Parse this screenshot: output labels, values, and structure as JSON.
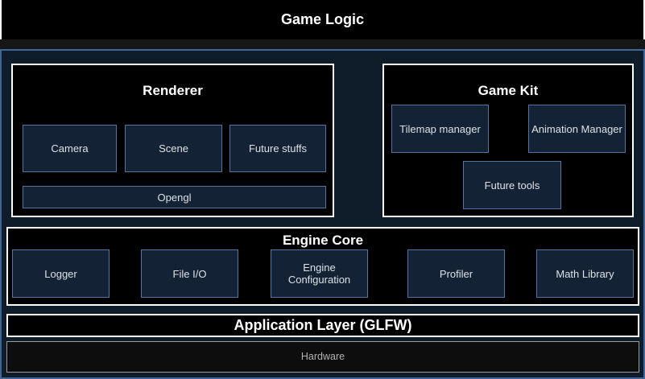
{
  "diagram": {
    "game_logic": {
      "label": "Game Logic"
    },
    "renderer": {
      "title": "Renderer",
      "modules": [
        "Camera",
        "Scene",
        "Future stuffs"
      ],
      "wide_module": "Opengl"
    },
    "game_kit": {
      "title": "Game Kit",
      "modules": [
        "Tilemap manager",
        "Animation Manager",
        "Future tools"
      ]
    },
    "engine_core": {
      "title": "Engine Core",
      "modules": [
        "Logger",
        "File I/O",
        "Engine Configuration",
        "Profiler",
        "Math Library"
      ]
    },
    "application_layer": {
      "label": "Application Layer (GLFW)"
    },
    "hardware": {
      "label": "Hardware"
    },
    "colors": {
      "page_background": "#161616",
      "block_fill": "#000000",
      "block_border": "#ffffff",
      "container_fill": "#0f1d2b",
      "container_border": "#3e6698",
      "module_fill": "#132234",
      "module_border": "#54749e",
      "hardware_fill": "#0d0d0d",
      "hardware_border": "#9b9b9b",
      "title_text": "#ffffff",
      "module_text": "#dde1e6",
      "hardware_text": "#b3b3b3"
    }
  }
}
